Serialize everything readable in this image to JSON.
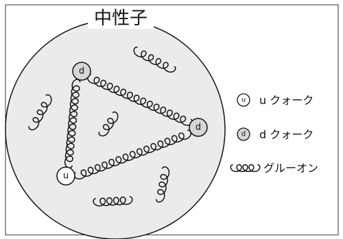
{
  "title": "中性子",
  "quarks": [
    {
      "flavor": "d",
      "fill": "#d6d6d6"
    },
    {
      "flavor": "d",
      "fill": "#d6d6d6"
    },
    {
      "flavor": "u",
      "fill": "#ffffff"
    }
  ],
  "legend": {
    "up": {
      "symbol": "u",
      "label": "u クォーク",
      "fill": "#ffffff"
    },
    "down": {
      "symbol": "d",
      "label": "d クォーク",
      "fill": "#d6d6d6"
    },
    "gluon": {
      "label": "グルーオン"
    }
  },
  "colors": {
    "nucleon_fill": "#ebebeb",
    "stroke": "#111111",
    "frame": "#333333"
  }
}
